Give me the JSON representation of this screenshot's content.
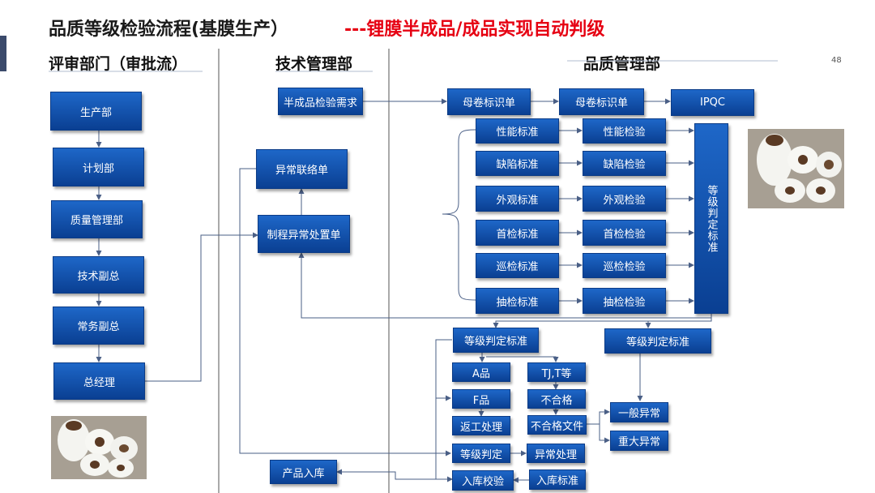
{
  "title": {
    "main": "品质等级检验流程(基膜生产）",
    "sub": "---锂膜半成品/成品实现自动判级"
  },
  "page_number": "48",
  "columns": [
    "评审部门（审批流）",
    "技术管理部",
    "品质管理部"
  ],
  "approval": [
    "生产部",
    "计划部",
    "质量管理部",
    "技术副总",
    "常务副总",
    "总经理"
  ],
  "tech": {
    "demand": "半成品检验需求",
    "contact": "异常联络单",
    "handling": "制程异常处置单"
  },
  "quality": {
    "roll1": "母卷标识单",
    "roll2": "母卷标识单",
    "ipqc": "IPQC",
    "standards": [
      "性能标准",
      "缺陷标准",
      "外观标准",
      "首检标准",
      "巡检标准",
      "抽检标准"
    ],
    "inspections": [
      "性能检验",
      "缺陷检验",
      "外观检验",
      "首检检验",
      "巡检检验",
      "抽检检验"
    ],
    "grade_std_vertical": "等级判定标准",
    "grade_std_a": "等级判定标准",
    "grade_std_b": "等级判定标准",
    "a_grade": "A品",
    "tj_grade": "TJ,T等",
    "f_grade": "F品",
    "nonconforming": "不合格",
    "rework": "返工处理",
    "nc_file": "不合格文件",
    "general_abn": "一般异常",
    "major_abn": "重大异常",
    "grade_judge": "等级判定",
    "abn_handling": "异常处理",
    "product_in": "产品入库",
    "in_check": "入库校验",
    "in_std": "入库标准"
  },
  "colors": {
    "box_top": "#1e67c8",
    "box_bottom": "#0a3f92",
    "line": "#4a5f86",
    "title_red": "#e60012"
  }
}
